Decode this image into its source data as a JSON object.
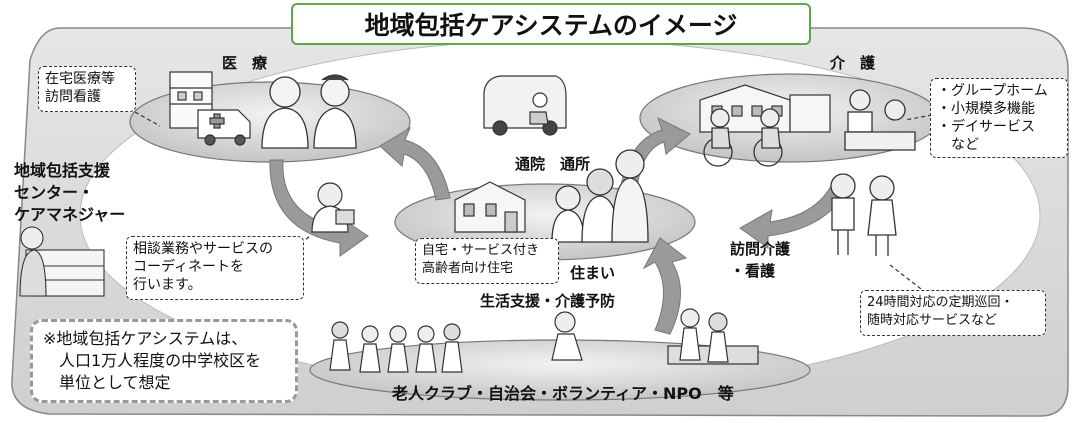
{
  "title": "地域包括ケアシステムのイメージ",
  "sections": {
    "medical": "医　療",
    "care": "介　護",
    "housing": "住まい",
    "support": "生活支援・介護予防",
    "community": "老人クラブ・自治会・ボランティア・NPO　等",
    "commute": "通院　通所",
    "home_care": [
      "訪問介護",
      "・看護"
    ],
    "center": [
      "地域包括支援",
      "センター・",
      "ケアマネジャー"
    ]
  },
  "callouts": {
    "medical_services": [
      "在宅医療等",
      "訪問看護"
    ],
    "care_services": [
      "・グループホーム",
      "・小規模多機能",
      "・デイサービス",
      "　など"
    ],
    "housing_types": [
      "自宅・サービス付き",
      "高齢者向け住宅"
    ],
    "center_role": [
      "相談業務やサービスの",
      "コーディネートを",
      "行います。"
    ],
    "home_care_detail": [
      "24時間対応の定期巡回・",
      "随時対応サービスなど"
    ]
  },
  "note": [
    "※地域包括ケアシステムは、",
    "人口1万人程度の中学校区を",
    "単位として想定"
  ]
}
